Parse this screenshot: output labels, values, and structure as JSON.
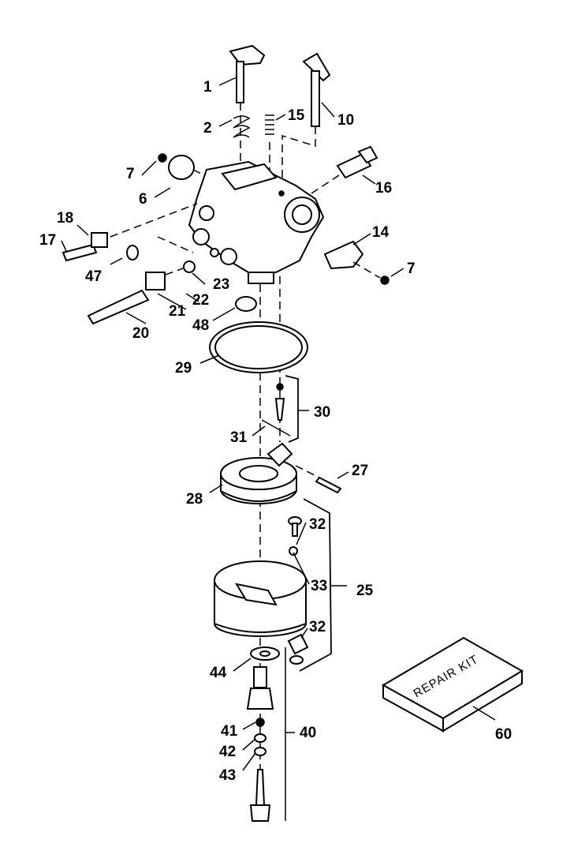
{
  "parts": {
    "p1": "1",
    "p2": "2",
    "p6": "6",
    "p7a": "7",
    "p7b": "7",
    "p10": "10",
    "p14": "14",
    "p15": "15",
    "p16": "16",
    "p17": "17",
    "p18": "18",
    "p20": "20",
    "p21": "21",
    "p22": "22",
    "p23": "23",
    "p25": "25",
    "p27": "27",
    "p28": "28",
    "p29": "29",
    "p30": "30",
    "p31": "31",
    "p32a": "32",
    "p32b": "32",
    "p33": "33",
    "p40": "40",
    "p41": "41",
    "p42": "42",
    "p43": "43",
    "p44": "44",
    "p47": "47",
    "p48": "48",
    "p60": "60"
  },
  "repair_kit_label": "REPAIR KIT"
}
